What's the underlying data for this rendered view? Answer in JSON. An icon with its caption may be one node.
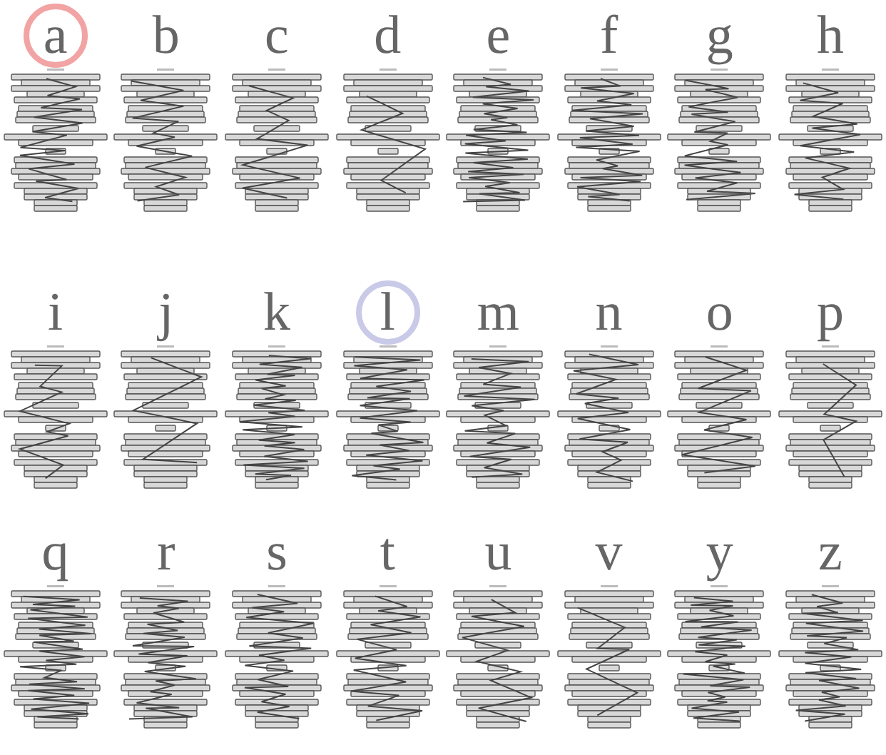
{
  "diagram": {
    "labels": [
      "a",
      "b",
      "c",
      "d",
      "e",
      "f",
      "g",
      "h",
      "i",
      "j",
      "k",
      "l",
      "m",
      "n",
      "o",
      "p",
      "q",
      "r",
      "s",
      "t",
      "u",
      "v",
      "y",
      "z"
    ]
  }
}
